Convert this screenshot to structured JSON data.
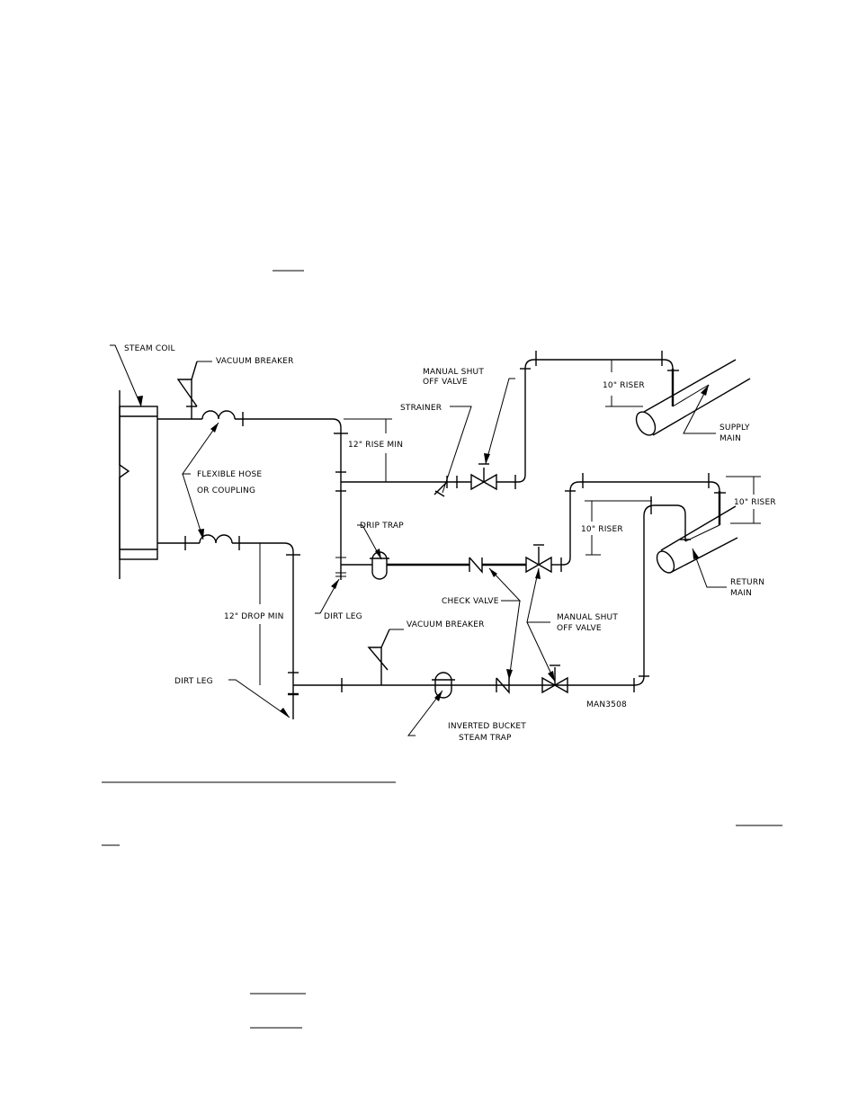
{
  "diagram": {
    "drawing_id": "MAN3508",
    "labels": {
      "steam_coil": "STEAM COIL",
      "vacuum_breaker_top": "VACUUM BREAKER",
      "manual_shutoff_top_l1": "MANUAL SHUT",
      "manual_shutoff_top_l2": "OFF VALVE",
      "strainer": "STRAINER",
      "riser_supply": "10\" RISER",
      "supply_main_l1": "SUPPLY",
      "supply_main_l2": "MAIN",
      "rise_min": "12\" RISE MIN",
      "flexible_hose_l1": "FLEXIBLE HOSE",
      "flexible_hose_l2": "OR COUPLING",
      "drip_trap": "DRIP TRAP",
      "riser_return_inner": "10\" RISER",
      "riser_return_outer": "10\" RISER",
      "return_main_l1": "RETURN",
      "return_main_l2": "MAIN",
      "drop_min": "12\" DROP MIN",
      "dirt_leg_upper": "DIRT LEG",
      "check_valve": "CHECK VALVE",
      "manual_shutoff_bottom_l1": "MANUAL SHUT",
      "manual_shutoff_bottom_l2": "OFF VALVE",
      "vacuum_breaker_bottom": "VACUUM BREAKER",
      "dirt_leg_lower": "DIRT LEG",
      "inverted_bucket_l1": "INVERTED BUCKET",
      "inverted_bucket_l2": "STEAM TRAP"
    }
  }
}
